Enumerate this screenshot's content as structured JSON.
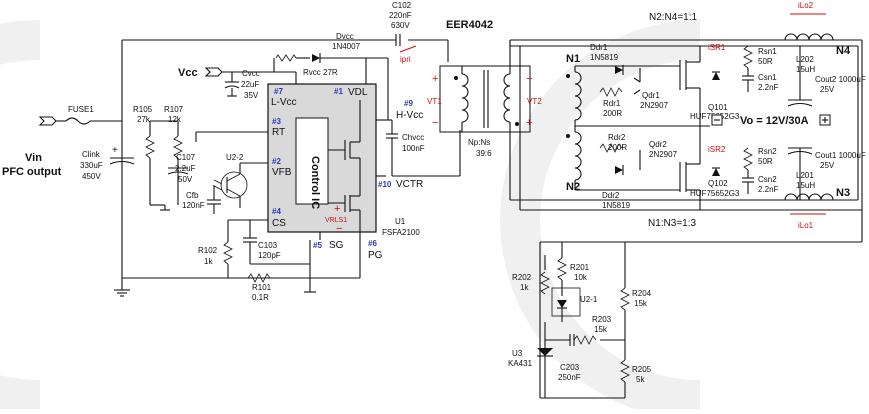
{
  "labels": {
    "vin": "Vin",
    "pfc": "PFC output",
    "vcc": "Vcc",
    "fuse": "FUSE1",
    "r105": [
      "R105",
      "27k"
    ],
    "r107": [
      "R107",
      "12k"
    ],
    "clink": [
      "Clink",
      "330uF",
      "450V"
    ],
    "c107": [
      "C107",
      "2.2uF",
      "50V"
    ],
    "u2_2": "U2-2",
    "cfb": [
      "Cfb",
      "120nF"
    ],
    "r102": [
      "R102",
      "1k"
    ],
    "c103": [
      "C103",
      "120pF"
    ],
    "r101": [
      "R101",
      "0.1R"
    ],
    "cvcc": [
      "Cvcc",
      "22uF",
      "35V"
    ],
    "rvcc": "Rvcc 27R",
    "dvcc": [
      "Dvcc",
      "1N4007"
    ],
    "c102": [
      "C102",
      "220nF",
      "630V"
    ],
    "chvcc": [
      "Chvcc",
      "100nF"
    ],
    "eer": "EER4042",
    "np_ns": [
      "Np:Ns",
      "39:6"
    ],
    "vt1": "VT1",
    "vt2": "VT2",
    "ipri": "ipri",
    "u1": [
      "U1",
      "FSFA2100"
    ],
    "control_ic": "Control IC",
    "n2n4": "N2:N4=1:1",
    "n1n3": "N1:N3=1:3",
    "n1": "N1",
    "n2": "N2",
    "n3": "N3",
    "n4": "N4",
    "ddr1": [
      "Ddr1",
      "1N5819"
    ],
    "ddr2": [
      "Ddr2",
      "1N5819"
    ],
    "rdr1": [
      "Rdr1",
      "200R"
    ],
    "rdr2": [
      "Rdr2",
      "200R"
    ],
    "qdr1": [
      "Qdr1",
      "2N2907"
    ],
    "qdr2": [
      "Qdr2",
      "2N2907"
    ],
    "q101": [
      "Q101",
      "HUF75652G3"
    ],
    "q102": [
      "Q102",
      "HUF75652G3"
    ],
    "isr1": "iSR1",
    "isr2": "iSR2",
    "rsn1": [
      "Rsn1",
      "50R"
    ],
    "rsn2": [
      "Rsn2",
      "50R"
    ],
    "csn1": [
      "Csn1",
      "2.2nF"
    ],
    "csn2": [
      "Csn2",
      "2.2nF"
    ],
    "l202": [
      "L202",
      "15uH"
    ],
    "l201": [
      "L201",
      "15uH"
    ],
    "cout2": [
      "Cout2 1000uF",
      "25V"
    ],
    "cout1": [
      "Cout1 1000uF",
      "25V"
    ],
    "vo": "Vo = 12V/30A",
    "ilo1": "iLo1",
    "ilo2": "iLo2",
    "r202": [
      "R202",
      "1k"
    ],
    "r201": [
      "R201",
      "10k"
    ],
    "u2_1": "U2-1",
    "r204": [
      "R204",
      "15k"
    ],
    "r203": [
      "R203",
      "15k"
    ],
    "u3": [
      "U3",
      "KA431"
    ],
    "c203": [
      "C203",
      "250nF"
    ],
    "r205": [
      "R205",
      "5k"
    ],
    "vrlsi": "VRLS1"
  },
  "pins": [
    {
      "num": "#7",
      "name": "L-Vcc"
    },
    {
      "num": "#1",
      "name": "VDL"
    },
    {
      "num": "#3",
      "name": "RT"
    },
    {
      "num": "#2",
      "name": "VFB"
    },
    {
      "num": "#9",
      "name": "H-Vcc"
    },
    {
      "num": "#10",
      "name": "VCTR"
    },
    {
      "num": "#4",
      "name": "CS"
    },
    {
      "num": "#5",
      "name": "SG"
    },
    {
      "num": "#6",
      "name": "PG"
    }
  ],
  "signs": {
    "plus": "+",
    "minus": "−"
  }
}
